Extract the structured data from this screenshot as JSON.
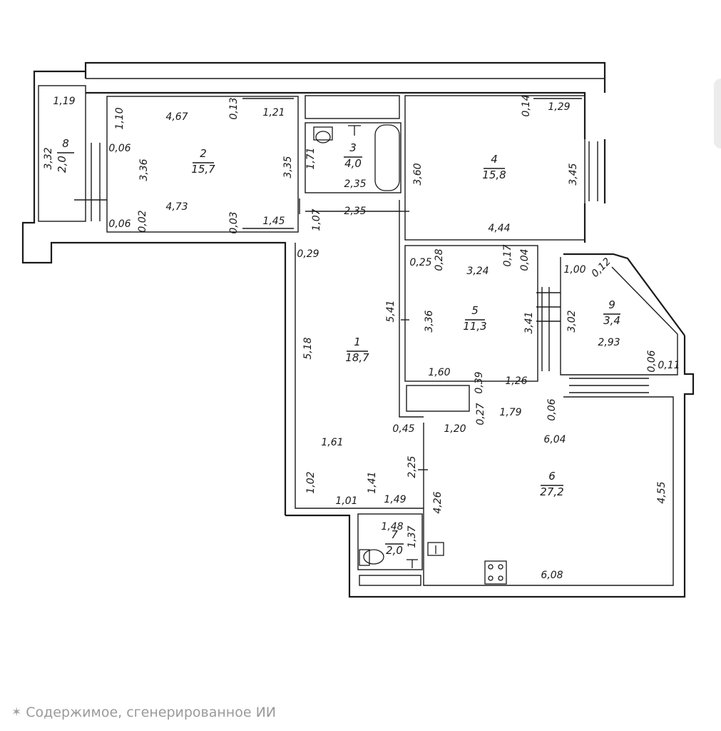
{
  "rooms": [
    {
      "num": "1",
      "area": "18,7"
    },
    {
      "num": "2",
      "area": "15,7"
    },
    {
      "num": "3",
      "area": "4,0"
    },
    {
      "num": "4",
      "area": "15,8"
    },
    {
      "num": "5",
      "area": "11,3"
    },
    {
      "num": "6",
      "area": "27,2"
    },
    {
      "num": "7",
      "area": "2,0"
    },
    {
      "num": "8",
      "area": "2,0"
    },
    {
      "num": "9",
      "area": "3,4"
    }
  ],
  "dimensions": [
    "1,19",
    "3,32",
    "4,67",
    "0,13",
    "1,21",
    "1,10",
    "0,06",
    "3,36",
    "3,35",
    "4,73",
    "0,06",
    "0,02",
    "0,03",
    "1,45",
    "1,71",
    "2,35",
    "2,35",
    "1,07",
    "0,14",
    "1,29",
    "3,60",
    "3,45",
    "4,44",
    "0,25",
    "0,28",
    "0,17",
    "0,04",
    "3,24",
    "1,00",
    "0,12",
    "5,41",
    "3,36",
    "3,41",
    "3,02",
    "2,93",
    "0,06",
    "0,11",
    "0,29",
    "5,18",
    "1,60",
    "0,39",
    "1,26",
    "0,27",
    "1,79",
    "0,06",
    "0,45",
    "1,20",
    "6,04",
    "1,61",
    "2,25",
    "1,02",
    "1,41",
    "1,01",
    "1,49",
    "4,26",
    "4,55",
    "1,48",
    "1,37",
    "6,08"
  ],
  "footer": {
    "icon": "sparkle-icon",
    "text": "Содержимое, сгенерированное ИИ"
  }
}
